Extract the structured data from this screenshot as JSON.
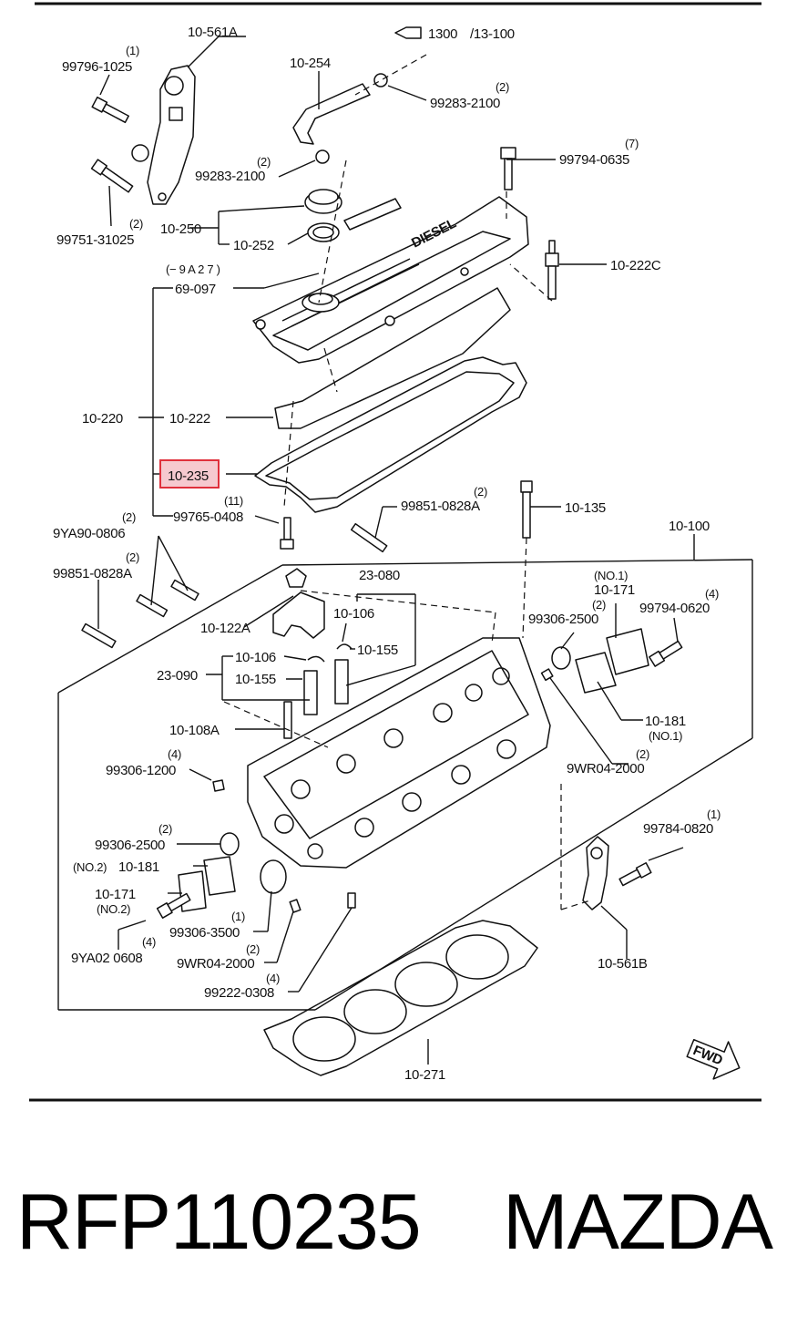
{
  "diagram": {
    "reference": {
      "arrow_number": "1300",
      "sub_reference": "/13-100"
    },
    "labels": {
      "l_10_561A": "10-561A",
      "l_99796_1025": "99796-1025",
      "q_99796": "(1)",
      "l_10_254": "10-254",
      "l_99283_2100_top": "99283-2100",
      "q_99283_top": "(2)",
      "l_99283_2100_mid": "99283-2100",
      "q_99283_mid": "(2)",
      "l_99794_0635": "99794-0635",
      "q_99794_0635": "(7)",
      "l_10_250": "10-250",
      "l_10_252": "10-252",
      "l_99751_31025": "99751-31025",
      "q_99751": "(2)",
      "l_10_222C": "10-222C",
      "l_9A27": "(− 9 A 2 7 )",
      "l_69_097": "69-097",
      "l_10_220": "10-220",
      "l_10_222": "10-222",
      "l_10_235": "10-235",
      "l_99765_0408": "99765-0408",
      "q_99765": "(11)",
      "l_99851_0828A_mid": "99851-0828A",
      "q_99851_mid": "(2)",
      "l_10_135": "10-135",
      "l_9YA90_0806": "9YA90-0806",
      "q_9YA90": "(2)",
      "l_99851_0828A_left": "99851-0828A",
      "q_99851_left": "(2)",
      "l_10_100": "10-100",
      "l_23_080": "23-080",
      "l_no1_top": "(NO.1)",
      "l_10_171_top": "10-171",
      "q_99306_2500_right": "(2)",
      "l_99306_2500_right": "99306-2500",
      "l_99794_0620": "99794-0620",
      "q_99794_0620": "(4)",
      "l_10_122A": "10-122A",
      "l_10_106_top": "10-106",
      "l_10_106_mid": "10-106",
      "l_10_155_right": "10-155",
      "l_23_090": "23-090",
      "l_10_155_left": "10-155",
      "l_10_108A": "10-108A",
      "l_10_181_right": "10-181",
      "l_no1_bottom": "(NO.1)",
      "l_99306_1200": "99306-1200",
      "q_99306_1200": "(4)",
      "l_9WR04_2000_right": "9WR04-2000",
      "q_9WR04_right": "(2)",
      "l_99306_2500_left": "99306-2500",
      "q_99306_2500_left": "(2)",
      "l_no2_10_181": "(NO.2)",
      "l_10_181_left": "10-181",
      "l_99784_0820": "99784-0820",
      "q_99784": "(1)",
      "l_10_171_left": "10-171",
      "l_no2_bottom": "(NO.2)",
      "l_99306_3500": "99306-3500",
      "q_99306_3500": "(1)",
      "l_9YA02_0608": "9YA02 0608",
      "q_9YA02": "(4)",
      "l_9WR04_2000_left": "9WR04-2000",
      "q_9WR04_left": "(2)",
      "l_10_561B": "10-561B",
      "l_99222_0308": "99222-0308",
      "q_99222": "(4)",
      "l_10_271": "10-271",
      "fwd": "FWD",
      "diesel": "DIESEL"
    }
  },
  "caption": {
    "part_number": "RFP110235",
    "brand": "MAZDA"
  },
  "colors": {
    "highlight_fill": "#f6c9cf",
    "highlight_border": "#e0303c",
    "ink": "#111111"
  }
}
